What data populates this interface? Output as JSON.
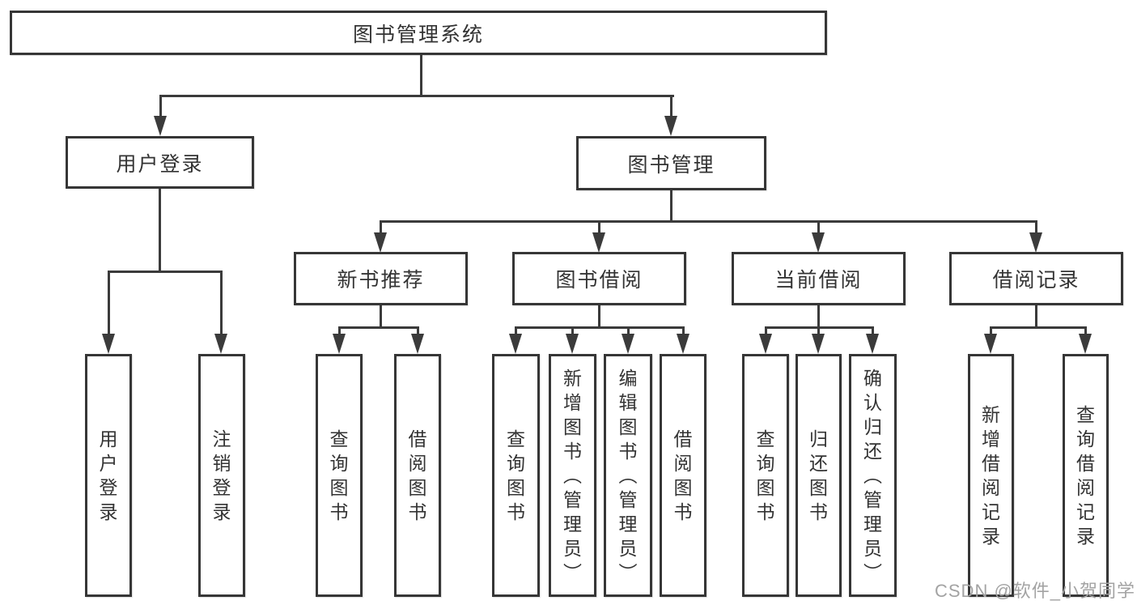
{
  "diagram": {
    "title": "图书管理系统",
    "type_hint": "hierarchy-tree",
    "colors": {
      "background": "#ffffff",
      "box_fill": "#ffffff",
      "box_border": "#363636",
      "connector": "#3b3b3b",
      "text": "#333333",
      "watermark": "#a3a3a3"
    },
    "labels": {
      "root": "图书管理系统",
      "user_login": "用户登录",
      "book_management": "图书管理",
      "new_book_recommend": "新书推荐",
      "book_borrow": "图书借阅",
      "current_borrow": "当前借阅",
      "borrow_records": "借阅记录",
      "leaf_user_login": "用户登录",
      "leaf_logout": "注销登录",
      "leaf_nbr_query_books": "查询图书",
      "leaf_nbr_borrow_books": "借阅图书",
      "leaf_bb_query_books": "查询图书",
      "leaf_bb_add_books": "新增图书（管理员）",
      "leaf_bb_edit_books": "编辑图书（管理员）",
      "leaf_bb_borrow_books": "借阅图书",
      "leaf_cb_query_books": "查询图书",
      "leaf_cb_return_books": "归还图书",
      "leaf_cb_confirm_return": "确认归还（管理员）",
      "leaf_br_add_record": "新增借阅记录",
      "leaf_br_query_record": "查询借阅记录"
    },
    "watermark": "CSDN @软件_小贺同学"
  }
}
